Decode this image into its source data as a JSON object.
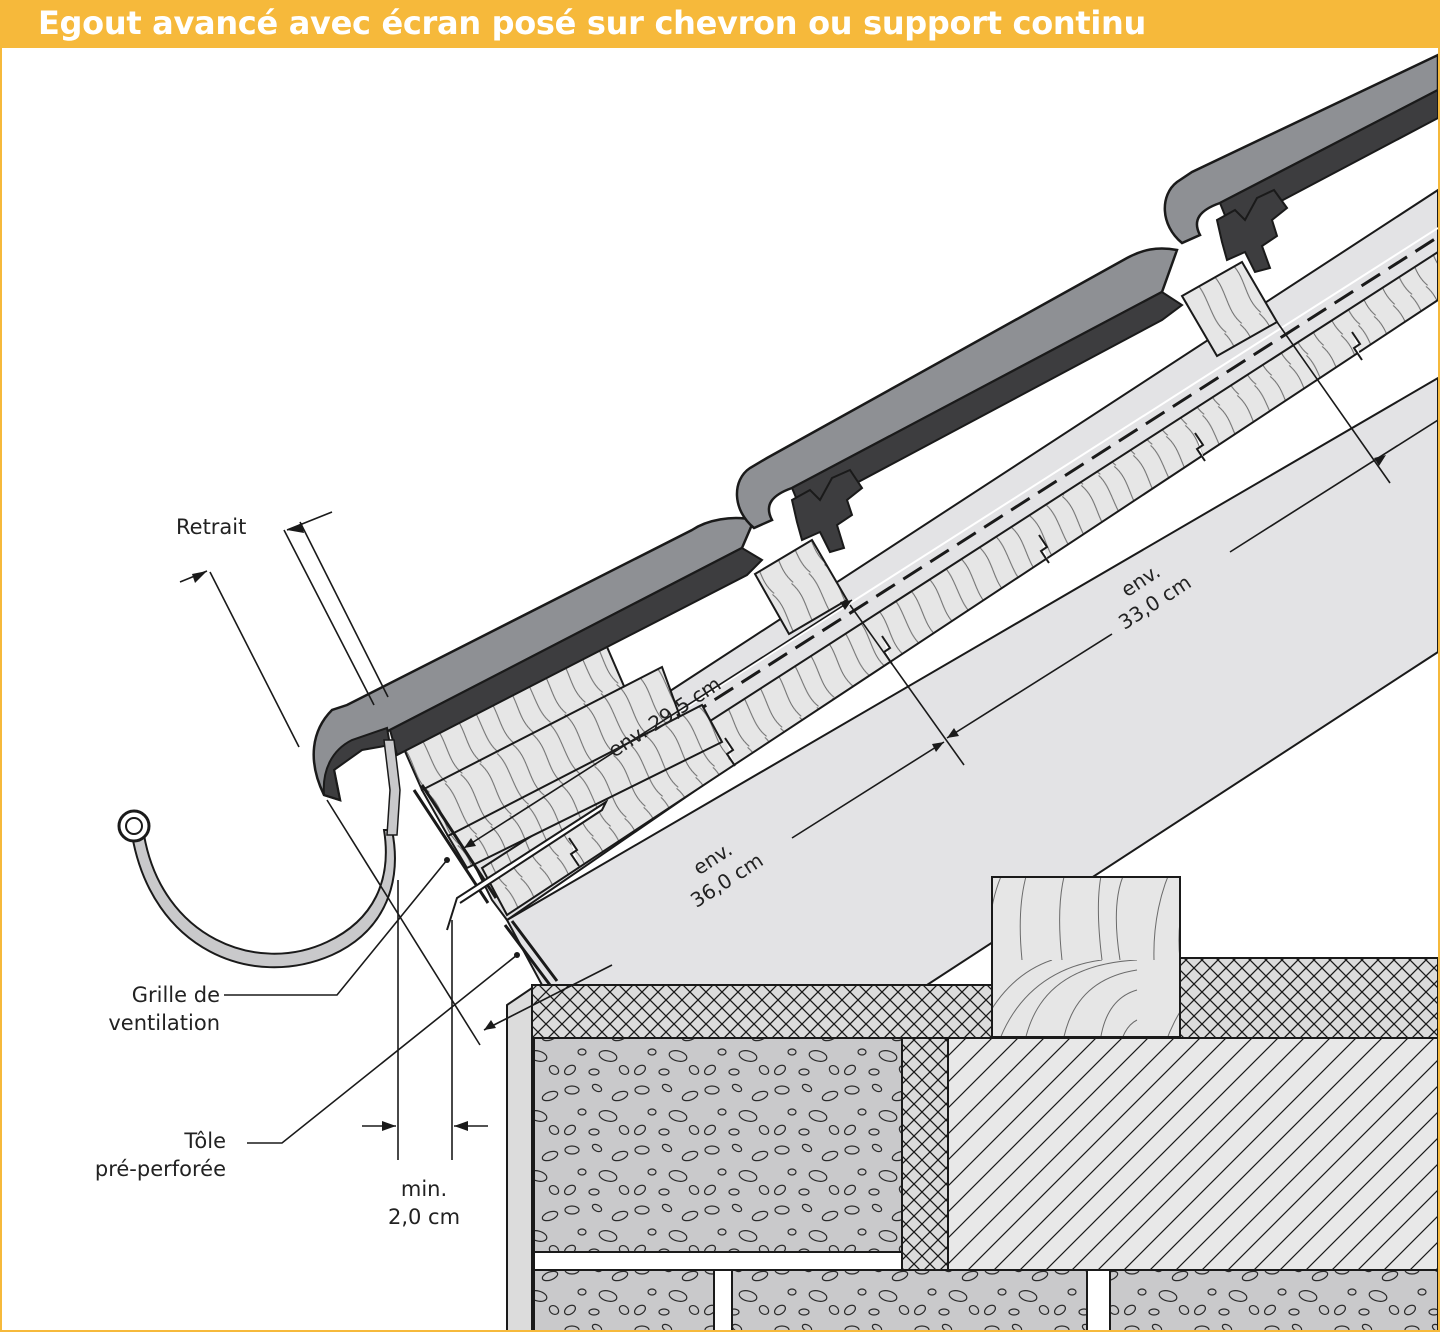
{
  "title": "Egout avancé avec écran posé sur chevron ou support continu",
  "labels": {
    "retrait": "Retrait",
    "grille_line1": "Grille de",
    "grille_line2": "ventilation",
    "tole_line1": "Tôle",
    "tole_line2": "pré-perforée",
    "min_line1": "min.",
    "min_line2": "2,0 cm"
  },
  "dimensions": {
    "d1_line1": "env. 29,5 cm",
    "d2_line1": "env.",
    "d2_line2": "33,0 cm",
    "d3_line1": "env.",
    "d3_line2": "36,0 cm"
  },
  "colors": {
    "title_bar": "#f6b93b",
    "title_text": "#ffffff",
    "tile": "#8e9094",
    "clip": "#3d3d3f",
    "rafter": "#e3e3e5",
    "wood": "#e6e6e6",
    "masonry": "#c9c9cb",
    "line": "#1a1a1a"
  }
}
